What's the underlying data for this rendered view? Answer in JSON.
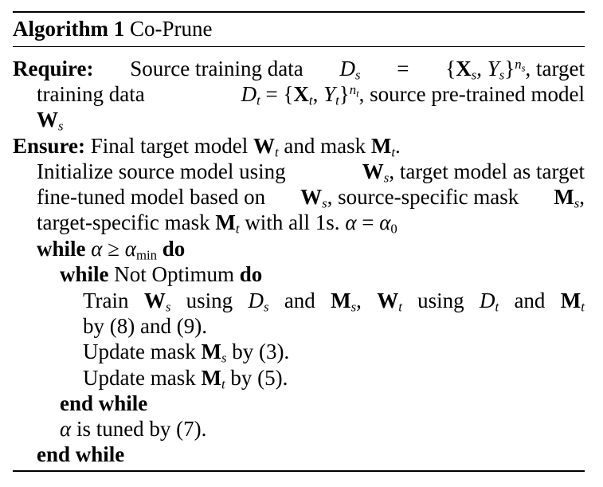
{
  "algorithm": {
    "label": "Algorithm 1",
    "name": "Co-Prune"
  },
  "require": {
    "keyword": "Require:",
    "text1": "Source training data",
    "text2": ", target",
    "text3": "training data",
    "text4": ", source pre-trained model"
  },
  "ensure": {
    "keyword": "Ensure:",
    "text1": "Final target model",
    "text2": "and mask",
    "text3": "."
  },
  "body": {
    "init1a": "Initialize source model using",
    "init1b": ", target model as target",
    "init2a": "fine-tuned model based on",
    "init2b": ", source-specific mask",
    "init2c": ",",
    "init3a": "target-specific mask",
    "init3b": "with all 1s.",
    "while_kw": "while",
    "do_kw": "do",
    "not_optimum": "Not Optimum",
    "train_kw": "Train",
    "using": "using",
    "and": "and",
    "train_ref": "by (8) and (9).",
    "update_mask": "Update mask",
    "update_s_ref": "by (3).",
    "update_t_ref": "by (5).",
    "end_while": "end while",
    "alpha_tuned": "is tuned by (7).",
    "min_sub": "min"
  }
}
